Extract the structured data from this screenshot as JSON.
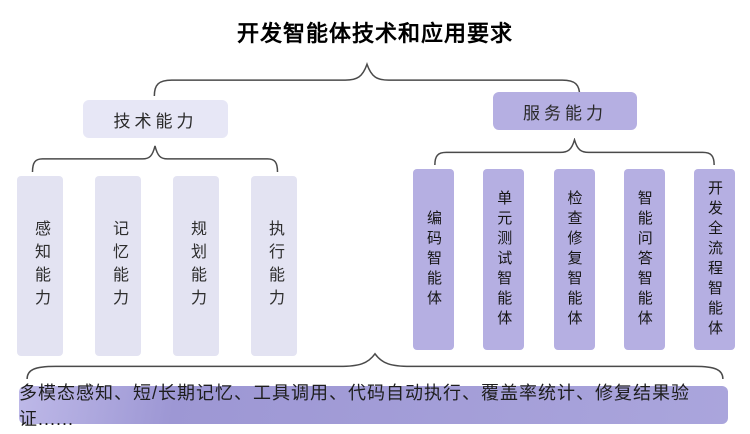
{
  "title": "开发智能体技术和应用要求",
  "colors": {
    "light": "#e7e7f6",
    "light_column": "#e3e3f2",
    "purple": "#b5afe2",
    "bar_from": "#beb9e8",
    "bar_mid": "#9d97d4",
    "bar_to": "#aaa5dc",
    "brace": "#4a4a4a",
    "text_dark": "#2d2d2d",
    "text_black": "#161616"
  },
  "groups": {
    "tech": {
      "label": "技术能力",
      "items": [
        "感知能力",
        "记忆能力",
        "规划能力",
        "执行能力"
      ]
    },
    "service": {
      "label": "服务能力",
      "items": [
        "编码智能体",
        "单元测试智能体",
        "检查修复智能体",
        "智能问答智能体",
        "开发全流程智能体"
      ]
    }
  },
  "footer": {
    "text": "多模态感知、短/长期记忆、工具调用、代码自动执行、覆盖率统计、修复结果验证......"
  }
}
